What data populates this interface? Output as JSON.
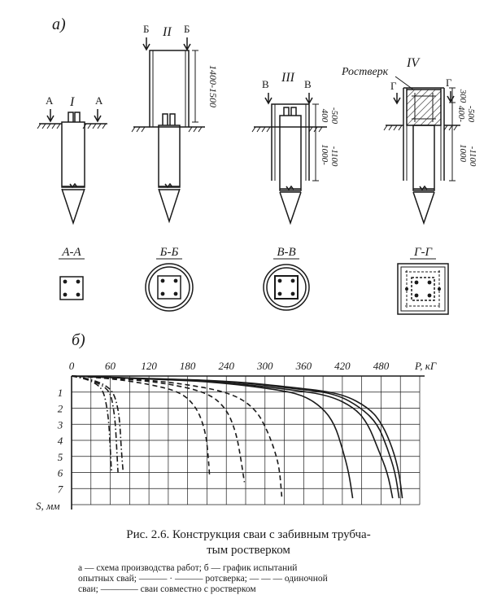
{
  "figure": {
    "part_a_label": "а)",
    "part_b_label": "б)",
    "schemes": [
      {
        "numeral": "I",
        "section_letter_left": "А",
        "section_letter_right": "А",
        "section_name": "А-А"
      },
      {
        "numeral": "II",
        "section_letter_left": "Б",
        "section_letter_right": "Б",
        "section_name": "Б-Б",
        "dim_1": "1400-1500"
      },
      {
        "numeral": "III",
        "section_letter_left": "В",
        "section_letter_right": "В",
        "section_name": "В-В",
        "dim_1": "400",
        "dim_2": "-500",
        "dim_3": "1000-",
        "dim_4": "-1100"
      },
      {
        "numeral": "IV",
        "section_letter_left": "Г",
        "section_letter_right": "Г",
        "section_name": "Г-Г",
        "dim_1": "400-",
        "dim_2": "300",
        "dim_3": "-500",
        "dim_4": "1000",
        "dim_5": "-1100",
        "callout": "Ростверк"
      }
    ]
  },
  "chart_data": {
    "type": "line",
    "title": "",
    "xlabel": "P, кГ",
    "ylabel": "S, мм",
    "x_axis_position": "top",
    "y_inverted": true,
    "xlim": [
      0,
      540
    ],
    "ylim": [
      0,
      8
    ],
    "x_ticks": [
      "0",
      "60",
      "120",
      "180",
      "240",
      "300",
      "360",
      "420",
      "480"
    ],
    "y_ticks": [
      "1",
      "2",
      "3",
      "4",
      "5",
      "6",
      "7"
    ],
    "grid": true,
    "series": [
      {
        "style": "dashdot",
        "points": [
          [
            0,
            0
          ],
          [
            20,
            0.15
          ],
          [
            40,
            0.5
          ],
          [
            50,
            1
          ],
          [
            55,
            2
          ],
          [
            58,
            3
          ],
          [
            60,
            4.5
          ],
          [
            62,
            6
          ]
        ]
      },
      {
        "style": "dashdot",
        "points": [
          [
            0,
            0
          ],
          [
            20,
            0.15
          ],
          [
            45,
            0.5
          ],
          [
            60,
            1
          ],
          [
            65,
            2
          ],
          [
            68,
            3
          ],
          [
            70,
            4.5
          ],
          [
            72,
            6
          ]
        ]
      },
      {
        "style": "dashdot",
        "points": [
          [
            0,
            0
          ],
          [
            25,
            0.15
          ],
          [
            50,
            0.5
          ],
          [
            65,
            1
          ],
          [
            72,
            2
          ],
          [
            75,
            3
          ],
          [
            77,
            4.5
          ],
          [
            80,
            6
          ]
        ]
      },
      {
        "style": "dashed",
        "points": [
          [
            0,
            0
          ],
          [
            60,
            0.15
          ],
          [
            120,
            0.5
          ],
          [
            170,
            1
          ],
          [
            195,
            2
          ],
          [
            208,
            3.5
          ],
          [
            212,
            5
          ],
          [
            214,
            6.2
          ]
        ]
      },
      {
        "style": "dashed",
        "points": [
          [
            0,
            0
          ],
          [
            70,
            0.15
          ],
          [
            140,
            0.4
          ],
          [
            210,
            1
          ],
          [
            240,
            2
          ],
          [
            255,
            3.5
          ],
          [
            262,
            5
          ],
          [
            268,
            6.6
          ]
        ]
      },
      {
        "style": "dashed",
        "points": [
          [
            0,
            0
          ],
          [
            80,
            0.15
          ],
          [
            160,
            0.4
          ],
          [
            245,
            1
          ],
          [
            285,
            2
          ],
          [
            305,
            3.5
          ],
          [
            318,
            5
          ],
          [
            323,
            6
          ],
          [
            326,
            7.5
          ]
        ]
      },
      {
        "style": "solid",
        "points": [
          [
            0,
            0
          ],
          [
            100,
            0.15
          ],
          [
            220,
            0.35
          ],
          [
            320,
            0.85
          ],
          [
            360,
            1.2
          ],
          [
            390,
            2
          ],
          [
            408,
            3
          ],
          [
            420,
            4.5
          ],
          [
            430,
            6
          ],
          [
            436,
            7.6
          ]
        ]
      },
      {
        "style": "solid",
        "points": [
          [
            0,
            0
          ],
          [
            100,
            0.15
          ],
          [
            230,
            0.35
          ],
          [
            340,
            0.85
          ],
          [
            400,
            1.2
          ],
          [
            440,
            2
          ],
          [
            460,
            3
          ],
          [
            475,
            4.5
          ],
          [
            490,
            6
          ],
          [
            498,
            7.6
          ]
        ]
      },
      {
        "style": "solid",
        "points": [
          [
            0,
            0
          ],
          [
            100,
            0.15
          ],
          [
            240,
            0.3
          ],
          [
            350,
            0.8
          ],
          [
            410,
            1.1
          ],
          [
            450,
            2
          ],
          [
            475,
            3
          ],
          [
            490,
            4.5
          ],
          [
            502,
            6
          ],
          [
            508,
            7.6
          ]
        ]
      },
      {
        "style": "solid",
        "points": [
          [
            0,
            0
          ],
          [
            110,
            0.15
          ],
          [
            245,
            0.3
          ],
          [
            355,
            0.75
          ],
          [
            420,
            1.1
          ],
          [
            462,
            2
          ],
          [
            482,
            3
          ],
          [
            498,
            4.5
          ],
          [
            508,
            6
          ],
          [
            513,
            7.6
          ]
        ]
      }
    ]
  },
  "caption": {
    "title_line1": "Рис. 2.6. Конструкция сваи с забивным трубча-",
    "title_line2": "тым ростверком",
    "legend_line1": "а — схема производства работ; б — график испытаний",
    "legend_line2": "опытных свай; ——— · ——— ротсверка; — — — одиночной",
    "legend_line3": "сваи; ———— сваи совместно с ростверком"
  },
  "colors": {
    "ink": "#1a1a1a",
    "paper": "#ffffff"
  }
}
